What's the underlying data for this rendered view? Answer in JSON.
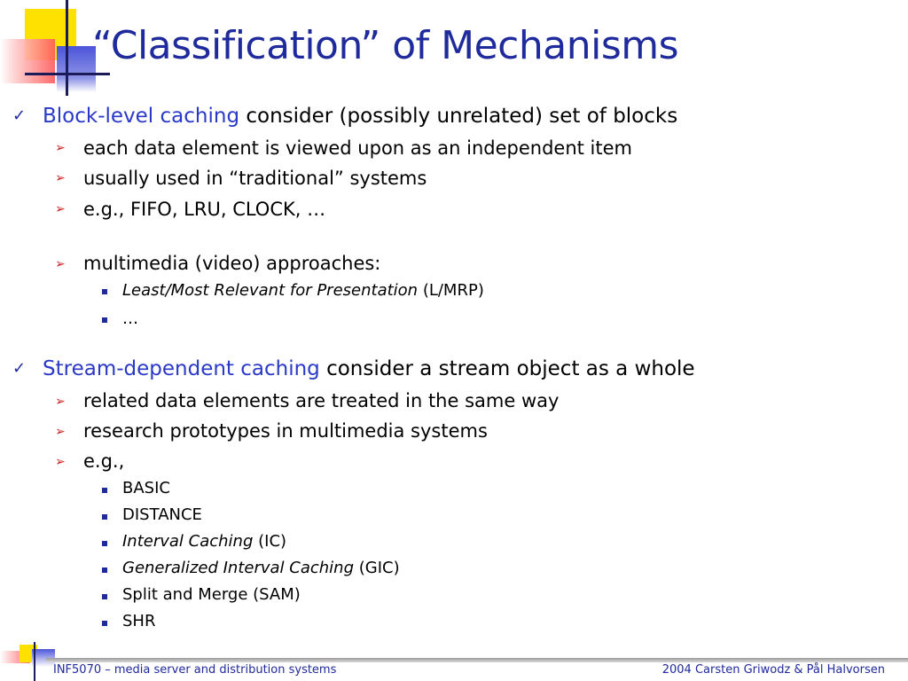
{
  "title": "“Classification” of Mechanisms",
  "items": [
    {
      "highlight": "Block-level caching",
      "rest": " consider (possibly unrelated) set of blocks",
      "sub": [
        {
          "text": "each data element is viewed upon as an independent item"
        },
        {
          "text": "usually used in “traditional” systems"
        },
        {
          "text": "e.g., FIFO, LRU, CLOCK, …"
        },
        {
          "text": "multimedia (video) approaches:",
          "sub": [
            {
              "italic": "Least/Most Relevant for Presentation",
              "rest": " (L/MRP)"
            },
            {
              "text": "…"
            }
          ]
        }
      ]
    },
    {
      "highlight": "Stream-dependent caching",
      "rest": " consider a stream object as a whole",
      "sub": [
        {
          "text": "related data elements are treated in the same way"
        },
        {
          "text": "research prototypes in multimedia systems"
        },
        {
          "text": "e.g.,",
          "sub": [
            {
              "text": "BASIC"
            },
            {
              "text": "DISTANCE"
            },
            {
              "italic": "Interval Caching",
              "rest": " (IC)"
            },
            {
              "italic": "Generalized Interval Caching",
              "rest": " (GIC)"
            },
            {
              "text": "Split and Merge (SAM)"
            },
            {
              "text": "SHR"
            }
          ]
        }
      ]
    }
  ],
  "footer": {
    "left": "INF5070 – media server and distribution systems",
    "right": "2004  Carsten Griwodz & Pål Halvorsen"
  },
  "colors": {
    "title": "#1f2a9c",
    "highlight": "#2a39c7",
    "sub_marker": "#cc2222"
  },
  "icons": {
    "level1": "checkmark-icon",
    "level2": "arrow-bullet-icon",
    "level3": "square-bullet-icon"
  }
}
